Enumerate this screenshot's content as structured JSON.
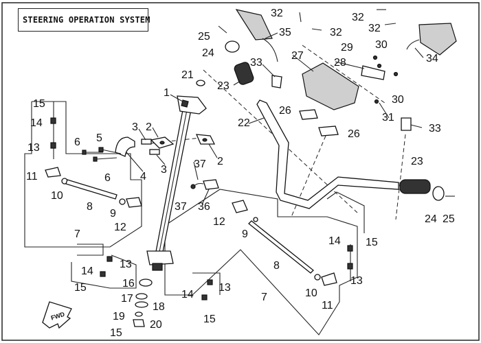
{
  "title": "STEERING OPERATION SYSTEM",
  "labels": {
    "p1": "1",
    "p2a": "2",
    "p2b": "2",
    "p3a": "3",
    "p3b": "3",
    "p4": "4",
    "p5": "5",
    "p6a": "6",
    "p6b": "6",
    "p7a": "7",
    "p7b": "7",
    "p8a": "8",
    "p8b": "8",
    "p9a": "9",
    "p9b": "9",
    "p10a": "10",
    "p10b": "10",
    "p11a": "11",
    "p11b": "11",
    "p12a": "12",
    "p12b": "12",
    "p13a": "13",
    "p13b": "13",
    "p13c": "13",
    "p13d": "13",
    "p14a": "14",
    "p14b": "14",
    "p14c": "14",
    "p14d": "14",
    "p15a": "15",
    "p15b": "15",
    "p15c": "15",
    "p15d": "15",
    "p15e": "15",
    "p16": "16",
    "p17": "17",
    "p18": "18",
    "p19": "19",
    "p20": "20",
    "p21": "21",
    "p22": "22",
    "p23a": "23",
    "p23b": "23",
    "p24a": "24",
    "p24b": "24",
    "p25a": "25",
    "p25b": "25",
    "p26a": "26",
    "p26b": "26",
    "p27": "27",
    "p28": "28",
    "p29": "29",
    "p30a": "30",
    "p30b": "30",
    "p31": "31",
    "p32a": "32",
    "p32b": "32",
    "p32c": "32",
    "p32d": "32",
    "p33a": "33",
    "p33b": "33",
    "p34": "34",
    "p35": "35",
    "p36": "36",
    "p37a": "37",
    "p37b": "37"
  },
  "fwd_mark": "FWD"
}
